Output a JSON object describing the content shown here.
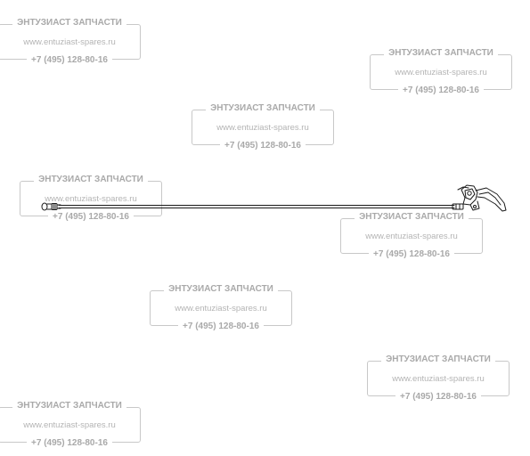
{
  "watermark": {
    "company": "ЭНТУЗИАСТ ЗАПЧАСТИ",
    "website": "www.entuziast-spares.ru",
    "phone": "+7 (495) 128-80-16"
  },
  "colors": {
    "watermark_text": "#a9a9a9",
    "watermark_frame": "#c8c8c8",
    "part_stroke": "#1a1a1a"
  }
}
